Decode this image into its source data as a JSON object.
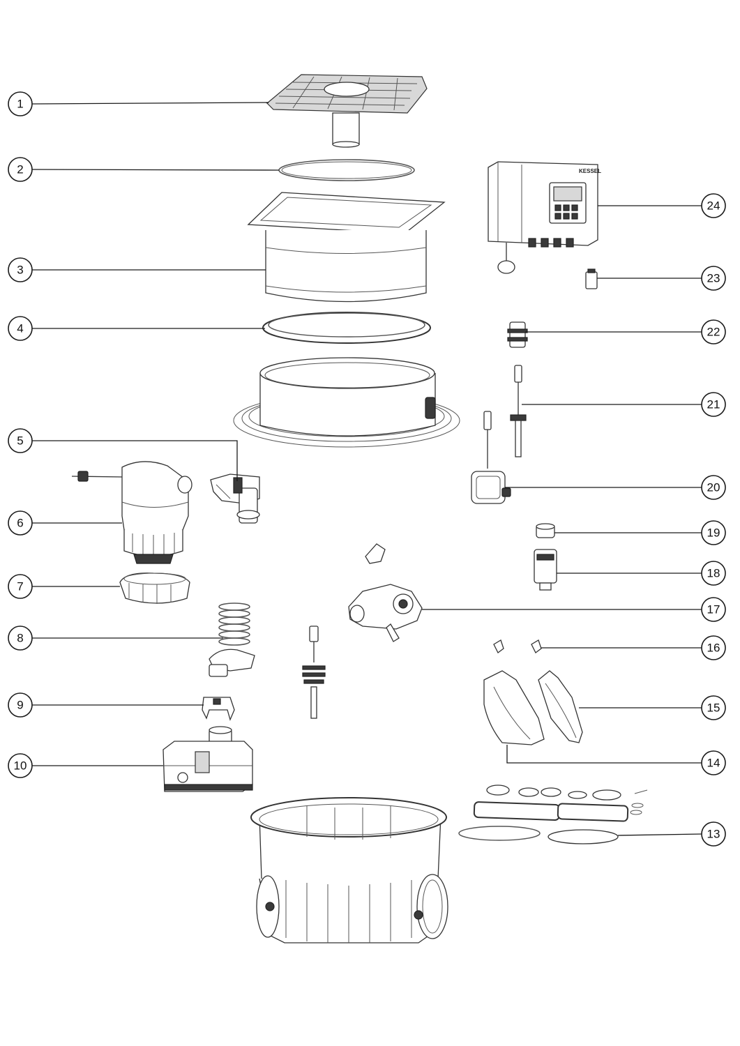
{
  "callouts": [
    {
      "number": "1"
    },
    {
      "number": "2"
    },
    {
      "number": "3"
    },
    {
      "number": "4"
    },
    {
      "number": "5"
    },
    {
      "number": "6"
    },
    {
      "number": "7"
    },
    {
      "number": "8"
    },
    {
      "number": "9"
    },
    {
      "number": "10"
    },
    {
      "number": "13"
    },
    {
      "number": "14"
    },
    {
      "number": "15"
    },
    {
      "number": "16"
    },
    {
      "number": "17"
    },
    {
      "number": "18"
    },
    {
      "number": "19"
    },
    {
      "number": "20"
    },
    {
      "number": "21"
    },
    {
      "number": "22"
    },
    {
      "number": "23"
    },
    {
      "number": "24"
    }
  ],
  "controller_brand": "KESSEL",
  "colors": {
    "line": "#1a1a1a",
    "background": "#ffffff"
  }
}
